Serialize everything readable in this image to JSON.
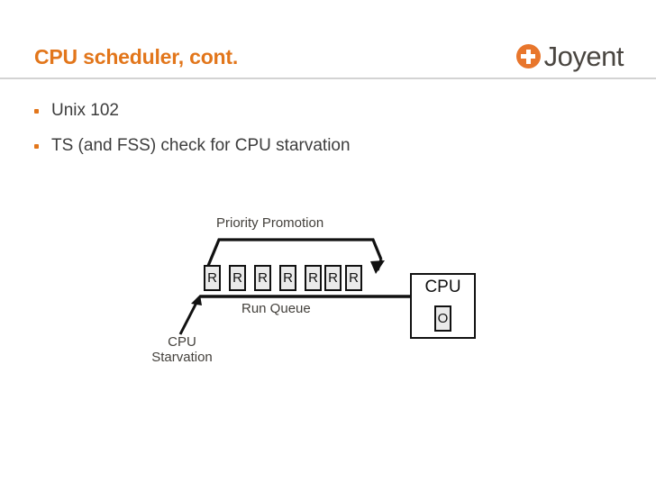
{
  "slide": {
    "title": "CPU scheduler, cont.",
    "title_color": "#E2761B",
    "background_color": "#FFFFFF",
    "divider_color": "#D3D3D3"
  },
  "logo": {
    "name": "Joyent",
    "mark_color": "#E8762C",
    "text_color": "#4A4641",
    "mark_icon": "plus-in-circle-icon"
  },
  "bullets": [
    {
      "text": "Unix 102"
    },
    {
      "text": "TS (and FSS) check for CPU starvation"
    }
  ],
  "diagram": {
    "labels": {
      "priority_promotion": "Priority Promotion",
      "run_queue": "Run Queue",
      "cpu_starvation": "CPU Starvation"
    },
    "run_queue": {
      "entries": [
        "R",
        "R",
        "R",
        "R",
        "R",
        "R",
        "R"
      ],
      "count": 7,
      "box_fill": "#EAEAEA",
      "box_stroke": "#111111"
    },
    "cpu": {
      "label": "CPU",
      "running_thread": "O",
      "box_stroke": "#111111"
    },
    "arrows": [
      {
        "name": "priority-promotion-arrow",
        "from": "run-queue-head",
        "to": "run-queue-tail"
      },
      {
        "name": "cpu-starvation-arrow",
        "from": "cpu-starvation-label",
        "to": "run-queue-line"
      },
      {
        "name": "dispatch-line",
        "from": "run-queue",
        "to": "cpu"
      }
    ]
  }
}
